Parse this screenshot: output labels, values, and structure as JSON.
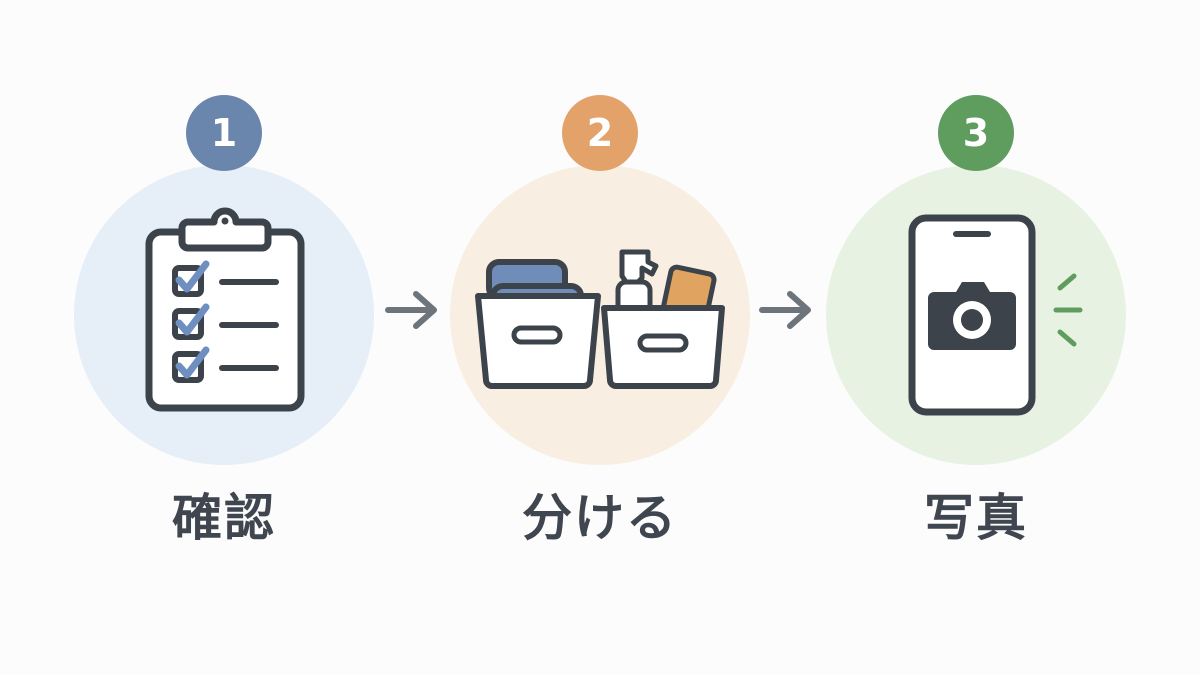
{
  "colors": {
    "dark": "#3d434b",
    "step1": "#6a86ad",
    "step1_bg": "#e6eef7",
    "step2": "#e3a26a",
    "step2_bg": "#f8eee2",
    "step3": "#5f9d5f",
    "step3_bg": "#e8f2e3",
    "check": "#6e8fc0",
    "arrow": "#6d747c"
  },
  "steps": [
    {
      "number": "1",
      "label": "確認",
      "icon": "clipboard-checklist-icon"
    },
    {
      "number": "2",
      "label": "分ける",
      "icon": "storage-boxes-icon"
    },
    {
      "number": "3",
      "label": "写真",
      "icon": "smartphone-camera-icon"
    }
  ],
  "connectors": [
    {
      "icon": "arrow-right-icon"
    },
    {
      "icon": "arrow-right-icon"
    }
  ]
}
